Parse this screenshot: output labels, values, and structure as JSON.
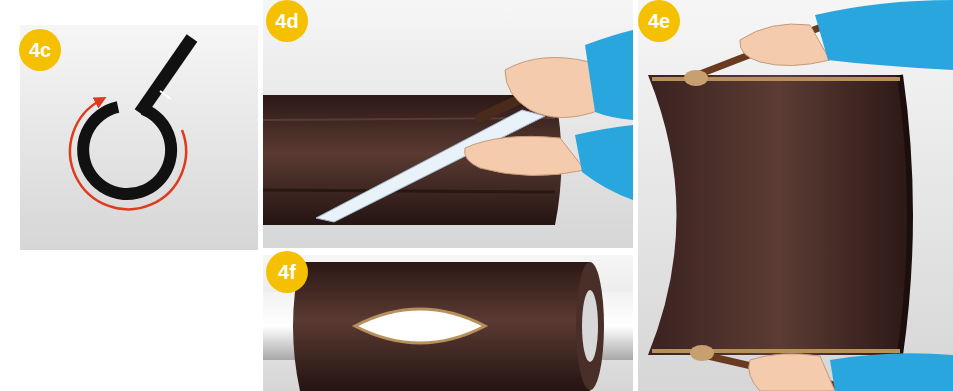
{
  "diagram": {
    "labels": [
      "4c",
      "4d",
      "4e",
      "4f"
    ]
  }
}
